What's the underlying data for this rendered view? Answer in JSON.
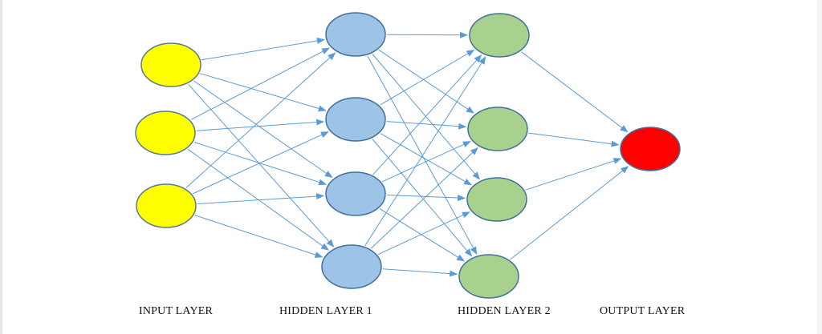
{
  "layers": [
    {
      "id": "input",
      "label": "INPUT LAYER",
      "node_count": 3,
      "fill": "#ffff00",
      "stroke": "#5a7a93"
    },
    {
      "id": "hidden1",
      "label": "HIDDEN LAYER 1",
      "node_count": 4,
      "fill": "#9dc3e6",
      "stroke": "#41719c"
    },
    {
      "id": "hidden2",
      "label": "HIDDEN LAYER 2",
      "node_count": 4,
      "fill": "#a9d18e",
      "stroke": "#41719c"
    },
    {
      "id": "output",
      "label": "OUTPUT LAYER",
      "node_count": 1,
      "fill": "#ff0000",
      "stroke": "#41719c"
    }
  ],
  "connection_color": "#5b9bd5",
  "connections": "fully-connected"
}
